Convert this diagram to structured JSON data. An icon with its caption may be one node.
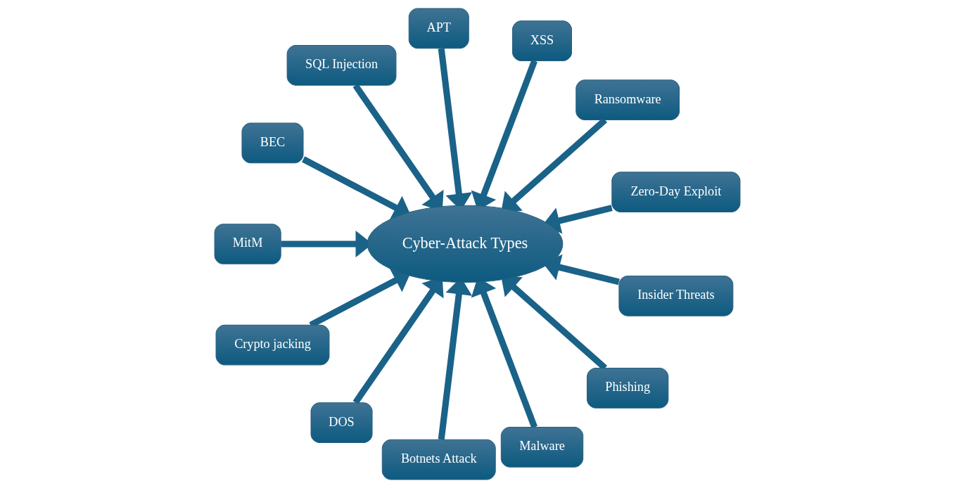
{
  "diagram": {
    "nodes": [
      {
        "text": [
          "Cyber-Attack Types"
        ]
      },
      {
        "text": [
          "Zero-Day Exploit"
        ]
      },
      {
        "text": [
          "Ransomware"
        ]
      },
      {
        "text": [
          "XSS"
        ]
      },
      {
        "text": [
          "APT"
        ]
      },
      {
        "text": [
          "SQL Injection"
        ]
      },
      {
        "text": [
          "BEC"
        ]
      },
      {
        "text": [
          "MitM"
        ]
      },
      {
        "text": [
          "Crypto jacking"
        ]
      },
      {
        "text": [
          "DOS"
        ]
      },
      {
        "text": [
          "Botnets Attack"
        ]
      },
      {
        "text": [
          "Malware"
        ]
      },
      {
        "text": [
          "Phishing"
        ]
      },
      {
        "text": [
          "Insider Threats"
        ]
      }
    ],
    "edges": [
      {
        "from": 1,
        "to": 0,
        "arrow": "to"
      },
      {
        "from": 2,
        "to": 0,
        "arrow": "to"
      },
      {
        "from": 3,
        "to": 0,
        "arrow": "to"
      },
      {
        "from": 4,
        "to": 0,
        "arrow": "to"
      },
      {
        "from": 5,
        "to": 0,
        "arrow": "to"
      },
      {
        "from": 6,
        "to": 0,
        "arrow": "to"
      },
      {
        "from": 7,
        "to": 0,
        "arrow": "to"
      },
      {
        "from": 8,
        "to": 0,
        "arrow": "to"
      },
      {
        "from": 9,
        "to": 0,
        "arrow": "to"
      },
      {
        "from": 10,
        "to": 0,
        "arrow": "to"
      },
      {
        "from": 11,
        "to": 0,
        "arrow": "to"
      },
      {
        "from": 12,
        "to": 0,
        "arrow": "to"
      },
      {
        "from": 13,
        "to": 0,
        "arrow": "to"
      }
    ]
  }
}
